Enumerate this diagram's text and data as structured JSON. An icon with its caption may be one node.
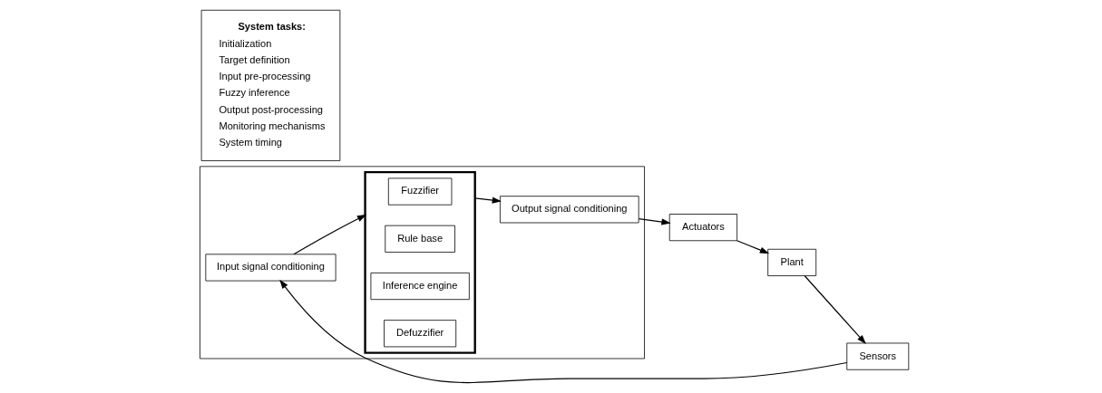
{
  "diagram": {
    "nodes": [
      {
        "text": [],
        "shape": "box"
      },
      {
        "text": [
          "Input signal conditioning"
        ],
        "in": 0
      },
      {
        "text": [],
        "shape": "box",
        "in": 0
      },
      {
        "text": [
          "Fuzzifier"
        ],
        "in": 2
      },
      {
        "text": [
          "Rule base"
        ],
        "in": 2
      },
      {
        "text": [
          "Inference engine"
        ],
        "in": 2
      },
      {
        "text": [
          "Defuzzifier"
        ],
        "in": 2
      },
      {
        "text": [
          "Output signal conditioning"
        ],
        "in": 0
      },
      {
        "text": [
          "System tasks:",
          "Initialization",
          "Target definition",
          "Input pre-processing",
          "Fuzzy inference",
          "Output post-processing",
          "Monitoring mechanisms",
          "System timing"
        ]
      },
      {
        "text": [
          "Sensors"
        ]
      },
      {
        "text": [
          "Plant"
        ]
      },
      {
        "text": [
          "Actuators"
        ]
      }
    ],
    "edges": [
      {
        "from": 1,
        "to": 2,
        "arrow": "to"
      },
      {
        "from": 2,
        "to": 7,
        "arrow": "to"
      },
      {
        "from": 7,
        "to": 11,
        "arrow": "to"
      },
      {
        "from": 11,
        "to": 10,
        "arrow": "to"
      },
      {
        "from": 10,
        "to": 9,
        "arrow": "to"
      },
      {
        "from": 9,
        "to": 1,
        "arrow": "to"
      }
    ]
  }
}
